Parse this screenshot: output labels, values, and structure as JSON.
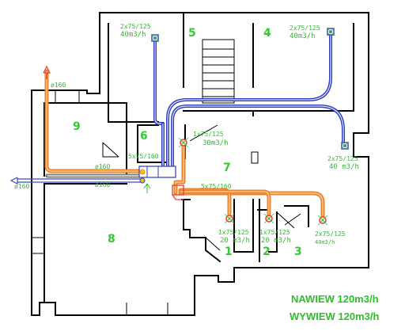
{
  "rooms": {
    "r1": "1",
    "r2": "2",
    "r3": "3",
    "r4": "4",
    "r5": "5",
    "r6": "6",
    "r7": "7",
    "r8": "8",
    "r9": "9"
  },
  "vents": {
    "r5": {
      "ducts": "2x75/125",
      "flow": "40m3/h"
    },
    "r4": {
      "ducts": "2x75/125",
      "flow": "40m3/h"
    },
    "r7top": {
      "ducts": "1x75/125",
      "flow": "30m3/h"
    },
    "hall": {
      "ducts": "2x75/125",
      "flow": "40 m3/h"
    },
    "r1": {
      "ducts": "1x75/125",
      "flow": "20 m3/h"
    },
    "r2": {
      "ducts": "1x75/125",
      "flow": "20 m3/h"
    },
    "r3": {
      "ducts": "2x75/125",
      "flow": "40m3/h"
    }
  },
  "bundles": {
    "upper": "5x75/160",
    "lower": "5x75/160"
  },
  "pipes": {
    "riser": "ø160",
    "upper": "ø160",
    "lower": "ø160",
    "outlet": "ø160"
  },
  "summary": {
    "supply": "NAWIEW 120m3/h",
    "exhaust": "WYWIEW 120m3/h"
  },
  "colors": {
    "supply": "#f0832a",
    "exhaust": "#2c3dbf",
    "labels": "#37b734"
  },
  "icons": {
    "supply_arrow": "up-arrow-icon",
    "exhaust_arrow": "left-arrow-icon",
    "valve": "anemostat-valve-icon"
  }
}
